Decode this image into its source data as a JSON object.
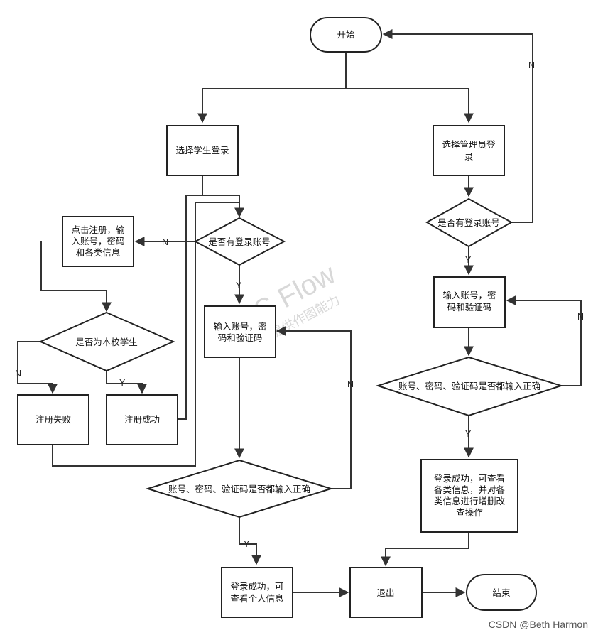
{
  "nodes": {
    "start": "开始",
    "student_login": "选择学生登录",
    "admin_login": [
      "选择管理员登",
      "录"
    ],
    "student_has_account": "是否有登录账号",
    "admin_has_account": "是否有登录账号",
    "register_info": [
      "点击注册，输",
      "入账号，密码",
      "和各类信息"
    ],
    "is_this_school_student": "是否为本校学生",
    "register_fail": "注册失败",
    "register_success": "注册成功",
    "student_input": [
      "输入账号，密",
      "码和验证码"
    ],
    "admin_input": [
      "输入账号，密",
      "码和验证码"
    ],
    "student_check_correct": "账号、密码、验证码是否都输入正确",
    "admin_check_correct": "账号、密码、验证码是否都输入正确",
    "student_login_success": [
      "登录成功，可",
      "查看个人信息"
    ],
    "admin_login_success": [
      "登录成功，可查看",
      "各类信息，并对各",
      "类信息进行增删改",
      "查操作"
    ],
    "exit": "退出",
    "end": "结束"
  },
  "edge_labels": {
    "admin_no_account": "N",
    "student_no_account": "N",
    "student_has_account_yes": "Y",
    "admin_has_account_yes": "Y",
    "not_school_student": "N",
    "is_school_student": "Y",
    "student_input_wrong": "N",
    "student_input_right": "Y",
    "admin_input_wrong": "N",
    "admin_input_right": "Y"
  },
  "watermark": {
    "line1": "WPS Flow",
    "line2": "WPS 提供作图能力"
  },
  "credit": "CSDN @Beth Harmon"
}
